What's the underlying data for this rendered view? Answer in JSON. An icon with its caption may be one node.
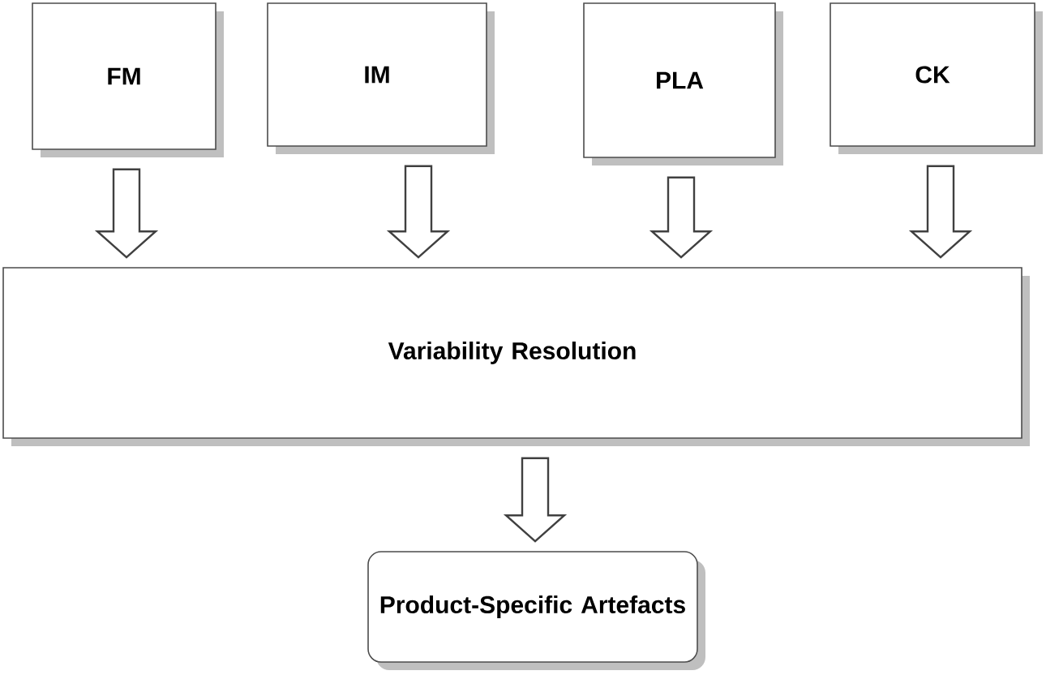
{
  "diagram": {
    "nodes": [
      {
        "text": [
          "FM"
        ]
      },
      {
        "text": [
          "IM"
        ]
      },
      {
        "text": [
          "PLA"
        ]
      },
      {
        "text": [
          "CK"
        ]
      },
      {
        "text": [
          "Variability Resolution"
        ]
      },
      {
        "text": [
          "Product-Specific Artefacts"
        ]
      }
    ],
    "edges": [
      {
        "from": 0,
        "to": 4,
        "arrow": "to"
      },
      {
        "from": 1,
        "to": 4,
        "arrow": "to"
      },
      {
        "from": 2,
        "to": 4,
        "arrow": "to"
      },
      {
        "from": 3,
        "to": 4,
        "arrow": "to"
      },
      {
        "from": 4,
        "to": 5,
        "arrow": "to"
      }
    ]
  }
}
